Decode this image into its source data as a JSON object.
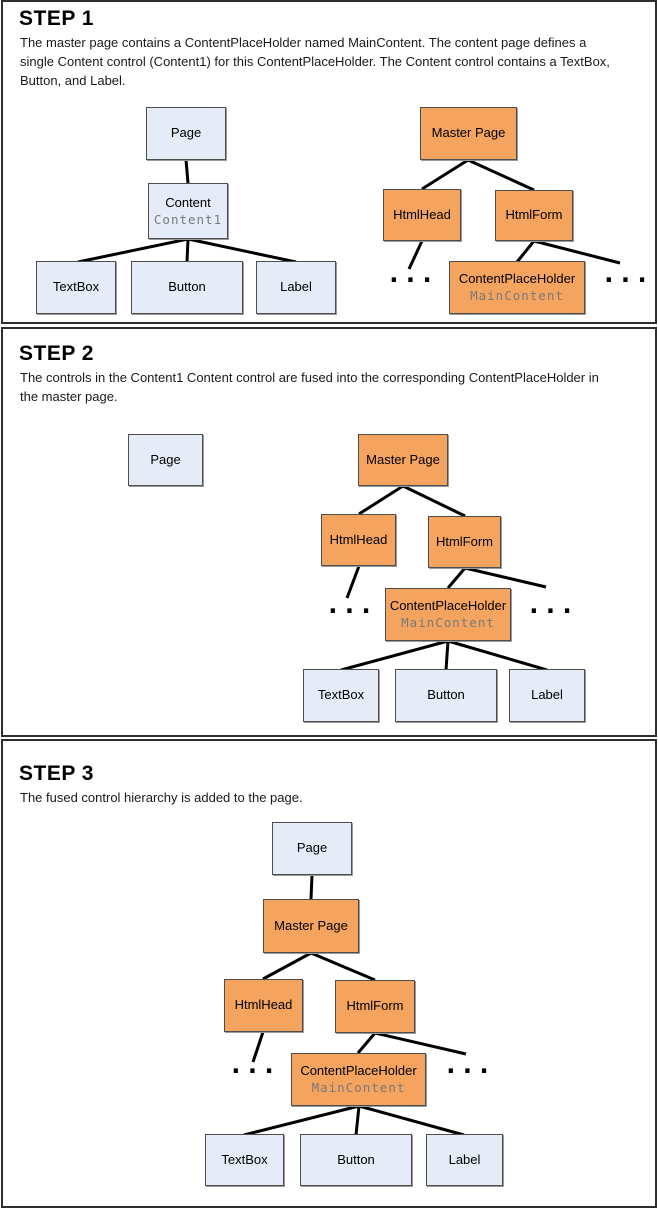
{
  "colors": {
    "orange_box": "#F4A45E",
    "blue_box": "#E6ECF7",
    "box_border": "#4d4d4d",
    "panel_border": "#2e2e2e",
    "line": "#000000",
    "sublabel": "#7a7a7a"
  },
  "ellipsis": "...",
  "panels": [
    {
      "title": "STEP 1",
      "description": "The master page contains a ContentPlaceHolder named MainContent. The content page defines a single Content control (Content1) for this ContentPlaceHolder. The Content control contains a TextBox, Button, and Label.",
      "nodes": {
        "page": {
          "label": "Page"
        },
        "content": {
          "label": "Content",
          "sublabel": "Content1"
        },
        "textbox": {
          "label": "TextBox"
        },
        "button": {
          "label": "Button"
        },
        "label": {
          "label": "Label"
        },
        "master_page": {
          "label": "Master Page"
        },
        "html_head": {
          "label": "HtmlHead"
        },
        "html_form": {
          "label": "HtmlForm"
        },
        "content_placeholder": {
          "label": "ContentPlaceHolder",
          "sublabel": "MainContent"
        }
      }
    },
    {
      "title": "STEP 2",
      "description": "The controls in the Content1 Content control are fused into the corresponding ContentPlaceHolder in the master page.",
      "nodes": {
        "page": {
          "label": "Page"
        },
        "master_page": {
          "label": "Master Page"
        },
        "html_head": {
          "label": "HtmlHead"
        },
        "html_form": {
          "label": "HtmlForm"
        },
        "content_placeholder": {
          "label": "ContentPlaceHolder",
          "sublabel": "MainContent"
        },
        "textbox": {
          "label": "TextBox"
        },
        "button": {
          "label": "Button"
        },
        "label": {
          "label": "Label"
        }
      }
    },
    {
      "title": "STEP 3",
      "description": "The fused control hierarchy is added to the page.",
      "nodes": {
        "page": {
          "label": "Page"
        },
        "master_page": {
          "label": "Master Page"
        },
        "html_head": {
          "label": "HtmlHead"
        },
        "html_form": {
          "label": "HtmlForm"
        },
        "content_placeholder": {
          "label": "ContentPlaceHolder",
          "sublabel": "MainContent"
        },
        "textbox": {
          "label": "TextBox"
        },
        "button": {
          "label": "Button"
        },
        "label": {
          "label": "Label"
        }
      }
    }
  ]
}
